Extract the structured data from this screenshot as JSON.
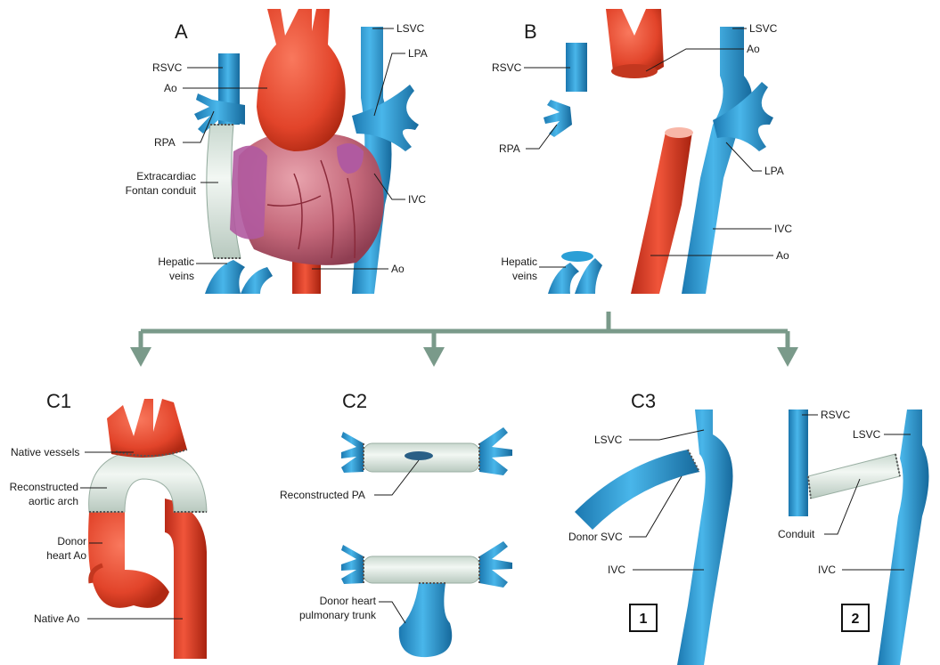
{
  "panels": {
    "A": "A",
    "B": "B",
    "C1": "C1",
    "C2": "C2",
    "C3": "C3"
  },
  "labels_A": {
    "lsvc": "LSVC",
    "lpa": "LPA",
    "rsvc": "RSVC",
    "ao_top": "Ao",
    "rpa": "RPA",
    "conduit_1": "Extracardiac",
    "conduit_2": "Fontan conduit",
    "ivc": "IVC",
    "hepatic_1": "Hepatic",
    "hepatic_2": "veins",
    "ao_bottom": "Ao"
  },
  "labels_B": {
    "lsvc": "LSVC",
    "ao_top": "Ao",
    "rsvc": "RSVC",
    "rpa": "RPA",
    "lpa": "LPA",
    "ivc": "IVC",
    "ao_bottom": "Ao",
    "hepatic_1": "Hepatic",
    "hepatic_2": "veins"
  },
  "labels_C1": {
    "native_vessels": "Native vessels",
    "recon_1": "Reconstructed",
    "recon_2": "aortic arch",
    "donor_1": "Donor",
    "donor_2": "heart Ao",
    "native_ao": "Native Ao"
  },
  "labels_C2": {
    "recon_pa": "Reconstructed PA",
    "donor_1": "Donor heart",
    "donor_2": "pulmonary trunk"
  },
  "labels_C3": {
    "lsvc_1": "LSVC",
    "donor_svc": "Donor SVC",
    "ivc_1": "IVC",
    "box_1": "1",
    "rsvc": "RSVC",
    "lsvc_2": "LSVC",
    "conduit": "Conduit",
    "ivc_2": "IVC",
    "box_2": "2"
  },
  "colors": {
    "aorta": "#e2442a",
    "vein": "#2a9fd6",
    "graft": "#dfe9e3",
    "heart": "#c76a78",
    "arrow": "#7a9a8a"
  }
}
